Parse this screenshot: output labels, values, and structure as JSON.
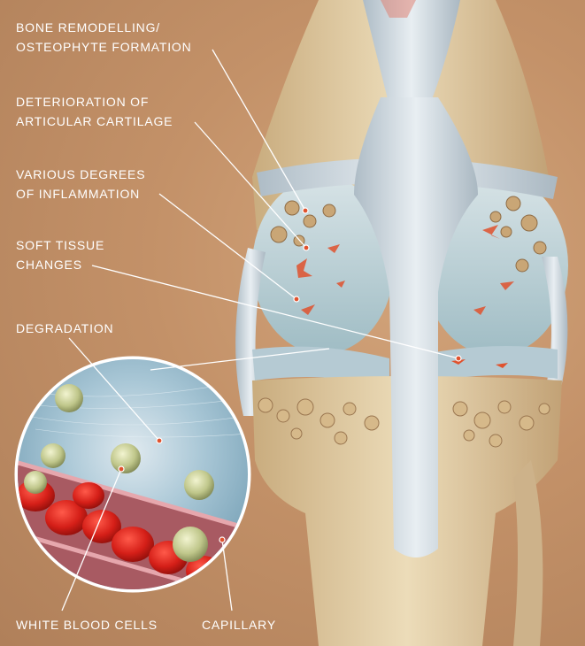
{
  "labels": {
    "bone_remodelling": {
      "line1": "BONE REMODELLING/",
      "line2": "OSTEOPHYTE FORMATION"
    },
    "cartilage": {
      "line1": "DETERIORATION OF",
      "line2": "ARTICULAR CARTILAGE"
    },
    "inflammation": {
      "line1": "VARIOUS DEGREES",
      "line2": "OF INFLAMMATION"
    },
    "soft_tissue": {
      "line1": "SOFT TISSUE",
      "line2": "CHANGES"
    },
    "degradation": "DEGRADATION",
    "white_blood_cells": "WHITE BLOOD CELLS",
    "capillary": "CAPILLARY"
  },
  "colors": {
    "background": "#c4946b",
    "bone": "#e2cfa9",
    "ligament": "#cfd8de",
    "cartilage": "#b9cfd6",
    "inflammation": "#e0522e",
    "blood_cell": "#d9221c",
    "white_cell": "#c9cf9a",
    "label_text": "#ffffff"
  }
}
